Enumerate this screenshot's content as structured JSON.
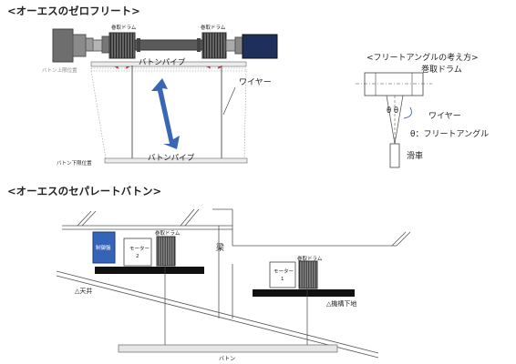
{
  "sections": {
    "top_title": "<オーエスのゼロフリート>",
    "bottom_title": "<オーエスのセパレートバトン>"
  },
  "zero_fleet": {
    "drum_label_left": "巻取ドラム",
    "drum_label_right": "巻取ドラム",
    "upper_limit": "バトン上限位置",
    "lower_limit": "バトン下限位置",
    "pipe_top": "バトンパイプ",
    "pipe_bottom": "バトンパイプ",
    "wire": "ワイヤー"
  },
  "fleet_angle": {
    "title": "<フリートアングルの考え方>",
    "drum": "巻取ドラム",
    "wire": "ワイヤー",
    "theta_symbols": "θ θ",
    "theta_desc": "θ：フリートアングル",
    "pulley": "滑車"
  },
  "separate": {
    "control_panel": "制御盤",
    "motor_2": "モーター\n2",
    "motor_2_line1": "モーター",
    "motor_2_line2": "2",
    "drum_left": "巻取ドラム",
    "beam": "梁",
    "motor_1_line1": "モーター",
    "motor_1_line2": "1",
    "drum_right": "巻取ドラム",
    "ceiling": "△天井",
    "mech_floor": "△機構下地",
    "baton": "バトン"
  },
  "colors": {
    "arrow_blue": "#3a67b5",
    "motor_navy": "#1f2f5c",
    "control_blue": "#3563b8",
    "red_arrow": "#e02020"
  }
}
